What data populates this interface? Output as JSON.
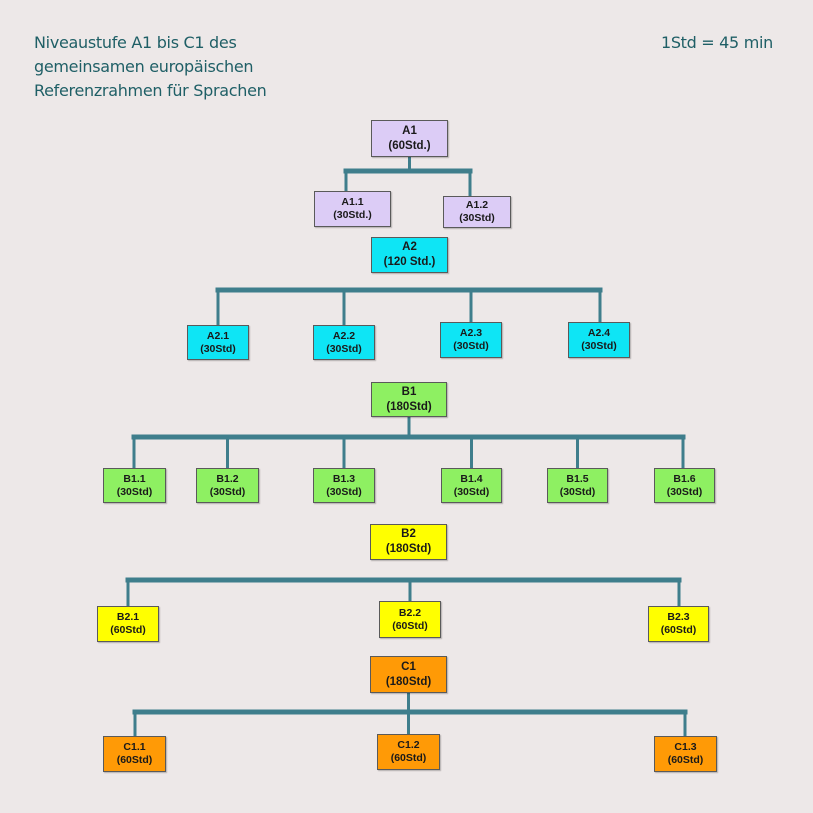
{
  "header": {
    "title_lines": [
      "Niveaustufe A1 bis C1 des",
      "gemeinsamen europäischen",
      "Referenzrahmen für Sprachen"
    ],
    "note": "1Std = 45 min"
  },
  "colors": {
    "connector": "#3f7e8c",
    "A1": "#dcccf6",
    "A2": "#0ee5f5",
    "B1": "#8ef062",
    "B2": "#ffff00",
    "C1": "#ff9a06"
  },
  "levels": [
    {
      "id": "A1",
      "color_key": "A1",
      "parent": {
        "label": "A1",
        "hours": "(60Std.)"
      },
      "children": [
        {
          "label": "A1.1",
          "hours": "(30Std.)"
        },
        {
          "label": "A1.2",
          "hours": "(30Std)"
        }
      ]
    },
    {
      "id": "A2",
      "color_key": "A2",
      "parent": {
        "label": "A2",
        "hours": "(120 Std.)"
      },
      "children": [
        {
          "label": "A2.1",
          "hours": "(30Std)"
        },
        {
          "label": "A2.2",
          "hours": "(30Std)"
        },
        {
          "label": "A2.3",
          "hours": "(30Std)"
        },
        {
          "label": "A2.4",
          "hours": "(30Std)"
        }
      ]
    },
    {
      "id": "B1",
      "color_key": "B1",
      "parent": {
        "label": "B1",
        "hours": "(180Std)"
      },
      "children": [
        {
          "label": "B1.1",
          "hours": "(30Std)"
        },
        {
          "label": "B1.2",
          "hours": "(30Std)"
        },
        {
          "label": "B1.3",
          "hours": "(30Std)"
        },
        {
          "label": "B1.4",
          "hours": "(30Std)"
        },
        {
          "label": "B1.5",
          "hours": "(30Std)"
        },
        {
          "label": "B1.6",
          "hours": "(30Std)"
        }
      ]
    },
    {
      "id": "B2",
      "color_key": "B2",
      "parent": {
        "label": "B2",
        "hours": "(180Std)"
      },
      "children": [
        {
          "label": "B2.1",
          "hours": "(60Std)"
        },
        {
          "label": "B2.2",
          "hours": "(60Std)"
        },
        {
          "label": "B2.3",
          "hours": "(60Std)"
        }
      ]
    },
    {
      "id": "C1",
      "color_key": "C1",
      "parent": {
        "label": "C1",
        "hours": "(180Std)"
      },
      "children": [
        {
          "label": "C1.1",
          "hours": "(60Std)"
        },
        {
          "label": "C1.2",
          "hours": "(60Std)"
        },
        {
          "label": "C1.3",
          "hours": "(60Std)"
        }
      ]
    }
  ]
}
